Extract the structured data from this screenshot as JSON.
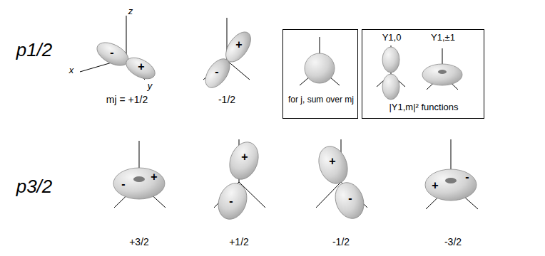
{
  "diagram": {
    "nodes": [
      {
        "text": [
          "for j, sum over mj"
        ]
      },
      {
        "text": [
          "Y1,0",
          "Y1,±1",
          "|Y1,m|² functions"
        ]
      }
    ],
    "labels": [
      "p1/2",
      "z",
      "x",
      "y",
      "-",
      "+",
      "mj = +1/2",
      "+",
      "-",
      "-1/2",
      "p3/2",
      "-",
      "+",
      "+3/2",
      "+",
      "-",
      "+1/2",
      "+",
      "-",
      "-1/2",
      "-",
      "+",
      "-3/2"
    ]
  }
}
